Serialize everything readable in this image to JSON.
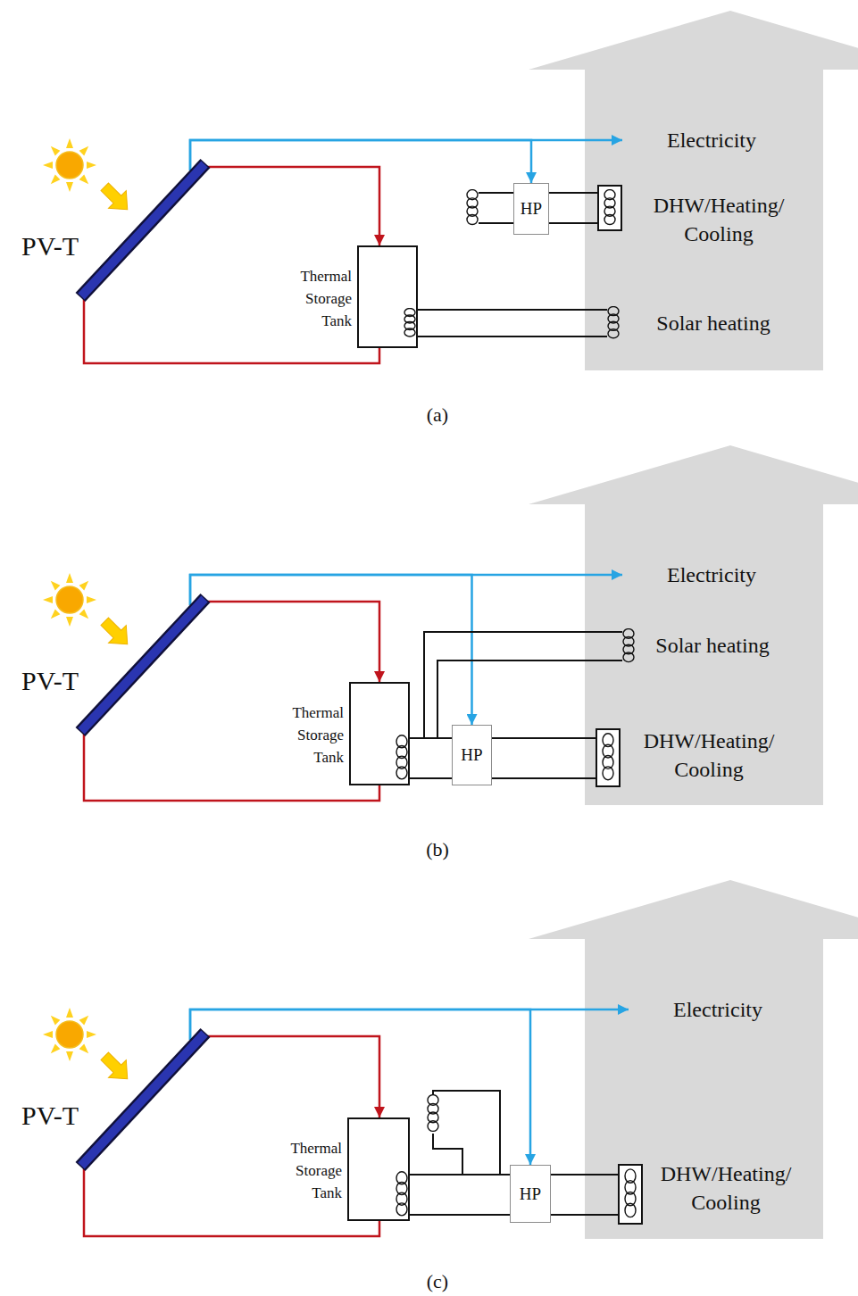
{
  "diagram": {
    "nodes": [
      {
        "text": [
          "PV-T"
        ]
      },
      {
        "text": [
          "Electricity"
        ]
      },
      {
        "text": [
          "HP"
        ]
      },
      {
        "text": [
          "DHW/Heating/ Cooling"
        ]
      },
      {
        "text": [
          "Thermal Storage Tank"
        ]
      },
      {
        "text": [
          "Solar heating"
        ]
      },
      {
        "text": [
          "PV-T"
        ]
      },
      {
        "text": [
          "Electricity"
        ]
      },
      {
        "text": [
          "Solar heating"
        ]
      },
      {
        "text": [
          "Thermal Storage Tank"
        ]
      },
      {
        "text": [
          "HP"
        ]
      },
      {
        "text": [
          "DHW/Heating/ Cooling"
        ]
      },
      {
        "text": [
          "PV-T"
        ]
      },
      {
        "text": [
          "Electricity"
        ]
      },
      {
        "text": [
          "Thermal Storage Tank"
        ]
      },
      {
        "text": [
          "HP"
        ]
      },
      {
        "text": [
          "DHW/Heating/ Cooling"
        ]
      }
    ],
    "edges": [
      {
        "from": 0,
        "to": 1,
        "arrow": "to"
      },
      {
        "from": 0,
        "to": 2,
        "arrow": "to"
      },
      {
        "from": 0,
        "to": 4,
        "arrow": "to"
      },
      {
        "from": 4,
        "to": 0,
        "arrow": "none"
      },
      {
        "from": 2,
        "to": 3,
        "arrow": "none"
      },
      {
        "from": 4,
        "to": 5,
        "arrow": "none"
      },
      {
        "from": 6,
        "to": 7,
        "arrow": "to"
      },
      {
        "from": 6,
        "to": 10,
        "arrow": "to"
      },
      {
        "from": 6,
        "to": 9,
        "arrow": "to"
      },
      {
        "from": 9,
        "to": 6,
        "arrow": "none"
      },
      {
        "from": 9,
        "to": 10,
        "arrow": "none"
      },
      {
        "from": 10,
        "to": 11,
        "arrow": "none"
      },
      {
        "from": 9,
        "to": 8,
        "arrow": "none"
      },
      {
        "from": 12,
        "to": 13,
        "arrow": "to"
      },
      {
        "from": 12,
        "to": 15,
        "arrow": "to"
      },
      {
        "from": 12,
        "to": 14,
        "arrow": "to"
      },
      {
        "from": 14,
        "to": 12,
        "arrow": "none"
      },
      {
        "from": 14,
        "to": 15,
        "arrow": "none"
      },
      {
        "from": 15,
        "to": 16,
        "arrow": "none"
      }
    ],
    "labels": [
      "(a)",
      "(b)",
      "(c)"
    ]
  }
}
